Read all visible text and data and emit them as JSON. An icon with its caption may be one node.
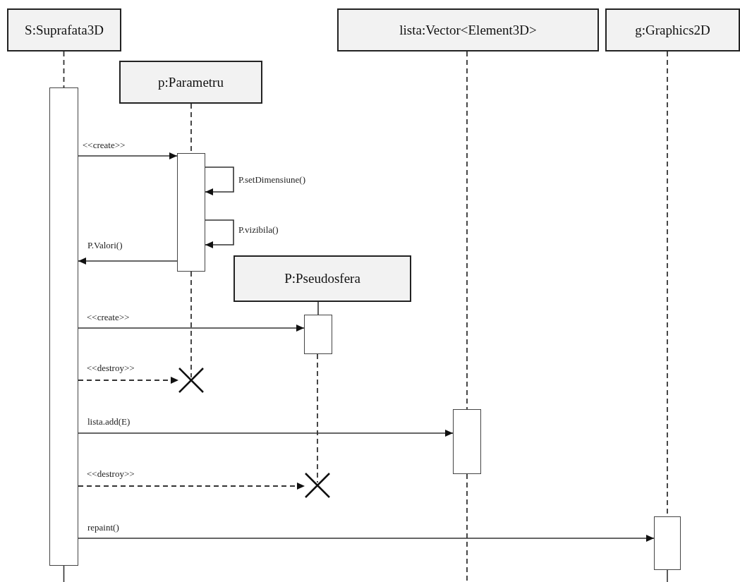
{
  "diagram": {
    "nodes": [
      {
        "text": [
          "S:Suprafata3D"
        ]
      },
      {
        "text": [
          "lista:Vector<Element3D>"
        ]
      },
      {
        "text": [
          "g:Graphics2D"
        ]
      },
      {
        "text": [
          "p:Parametru"
        ]
      },
      {
        "text": [
          "P:Pseudosfera"
        ]
      },
      {
        "text": [],
        "shape": "bar"
      },
      {
        "text": [],
        "shape": "bar"
      },
      {
        "text": [],
        "shape": "bar"
      },
      {
        "text": [],
        "shape": "bar"
      },
      {
        "text": [],
        "shape": "bar"
      },
      {
        "text": [],
        "shape": "cross"
      },
      {
        "text": [],
        "shape": "cross"
      }
    ],
    "edges": [
      {
        "from": 5,
        "to": 6,
        "arrow": "to",
        "label": "<<create>>"
      },
      {
        "from": 6,
        "to": 6,
        "arrow": "to",
        "label": "P.setDimensiune()"
      },
      {
        "from": 6,
        "to": 6,
        "arrow": "to",
        "label": "P.vizibila()"
      },
      {
        "from": 6,
        "to": 5,
        "arrow": "to",
        "label": "P.Valori()"
      },
      {
        "from": 5,
        "to": 7,
        "arrow": "to",
        "label": "<<create>>"
      },
      {
        "from": 5,
        "to": 10,
        "arrow": "to",
        "label": "<<destroy>>",
        "style": "dashed"
      },
      {
        "from": 5,
        "to": 8,
        "arrow": "to",
        "label": "lista.add(E)"
      },
      {
        "from": 5,
        "to": 11,
        "arrow": "to",
        "label": "<<destroy>>",
        "style": "dashed"
      },
      {
        "from": 5,
        "to": 9,
        "arrow": "to",
        "label": "repaint()"
      },
      {
        "from": 0,
        "to": 5,
        "arrow": "none",
        "style": "dashed"
      },
      {
        "from": 5,
        "to": null,
        "arrow": "none"
      },
      {
        "from": 3,
        "to": 6,
        "arrow": "none",
        "style": "dashed"
      },
      {
        "from": 6,
        "to": 10,
        "arrow": "none",
        "style": "dashed"
      },
      {
        "from": 4,
        "to": 7,
        "arrow": "none"
      },
      {
        "from": 7,
        "to": 11,
        "arrow": "none",
        "style": "dashed"
      },
      {
        "from": 1,
        "to": 8,
        "arrow": "none",
        "style": "dashed"
      },
      {
        "from": 8,
        "to": null,
        "arrow": "none",
        "style": "dashed"
      },
      {
        "from": 2,
        "to": 9,
        "arrow": "none",
        "style": "dashed"
      },
      {
        "from": 9,
        "to": null,
        "arrow": "none"
      }
    ]
  }
}
